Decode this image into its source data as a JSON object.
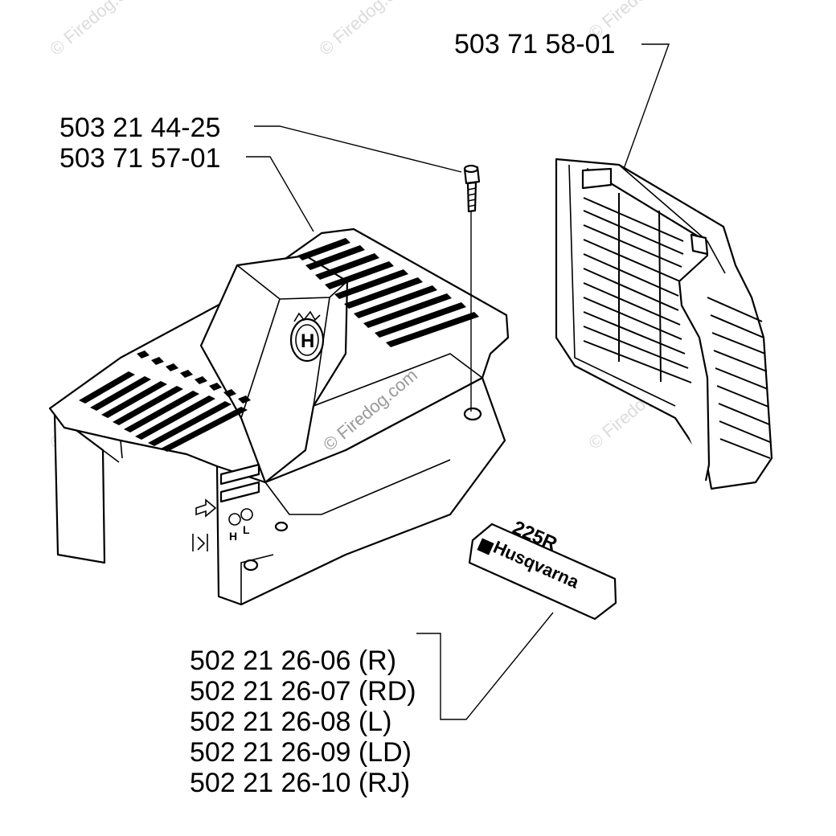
{
  "part_labels": {
    "grille": "503 71 58-01",
    "screw": "503 21 44-25",
    "cover": "503 71 57-01",
    "decals": [
      "502 21 26-06 (R)",
      "502 21 26-07 (RD)",
      "502 21 26-08 (L)",
      "502 21 26-09 (LD)",
      "502 21 26-10 (RJ)"
    ]
  },
  "decal_text": {
    "model": "225R",
    "brand": "Husqvarna"
  },
  "cover_markings": {
    "h": "H",
    "l": "L",
    "logo_letter": "H"
  },
  "watermark": "© Firedog.com"
}
